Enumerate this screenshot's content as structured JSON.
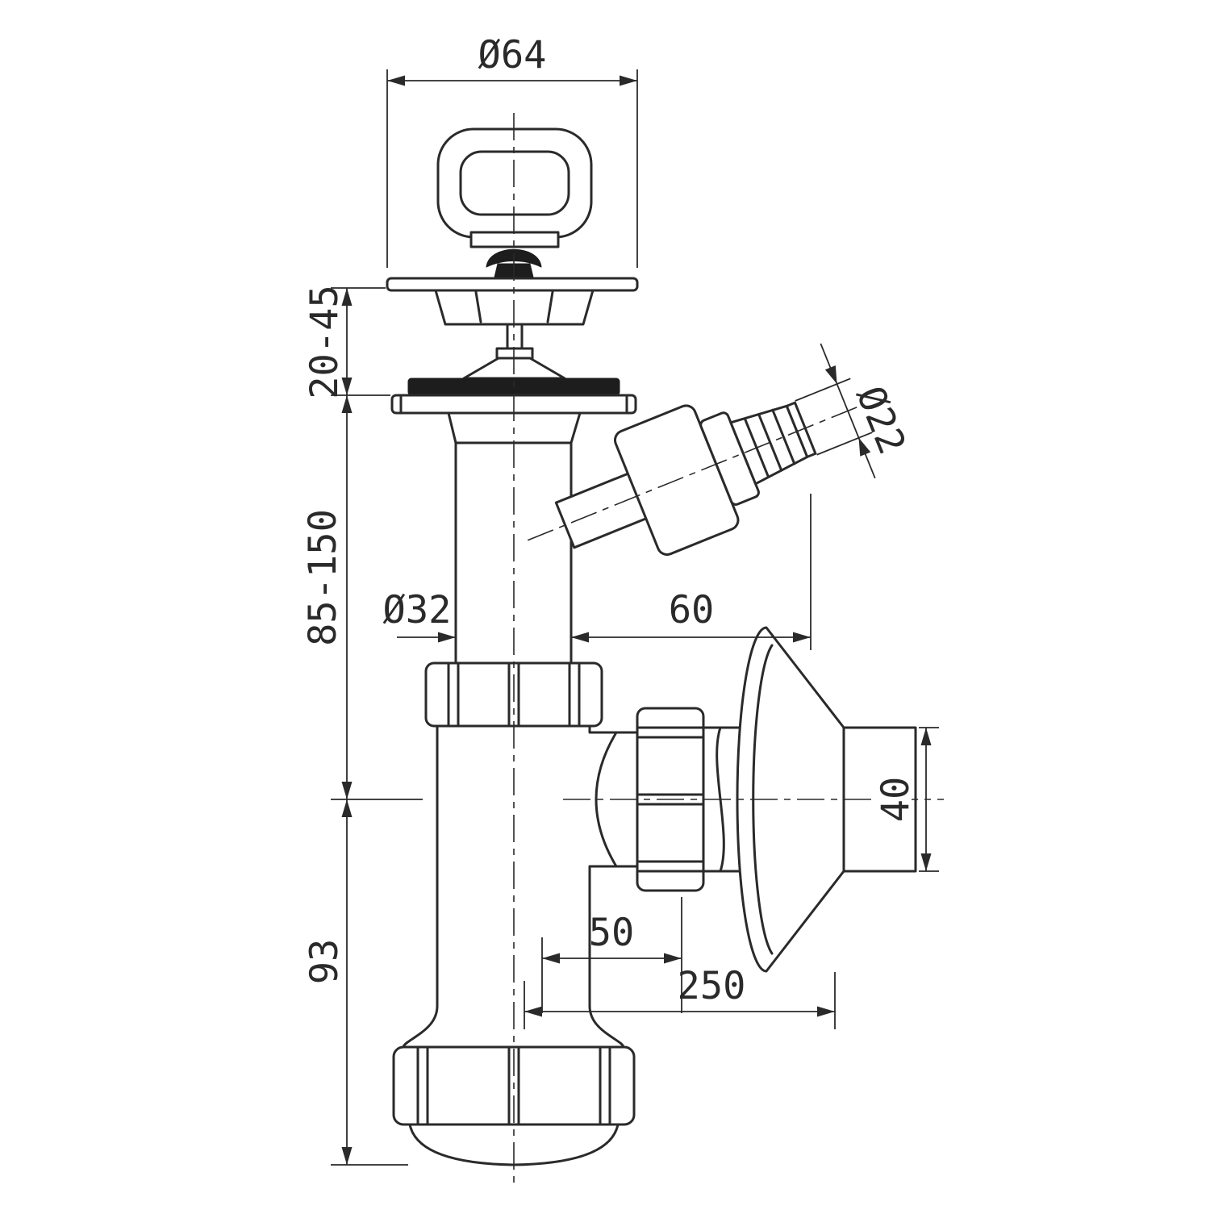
{
  "canvas": {
    "background": "#ffffff",
    "line_color": "#2a2a2a"
  },
  "dimensions": {
    "top_flange_diameter": "Ø64",
    "clamp_thickness_range": "20-45",
    "inlet_height_range": "85-150",
    "inlet_pipe_diameter": "Ø32",
    "branch_projection": "60",
    "hose_connector_diameter": "Ø22",
    "outlet_pipe_diameter": "40",
    "outlet_offset": "50",
    "outlet_projection": "250",
    "trap_bottom_depth": "93"
  }
}
